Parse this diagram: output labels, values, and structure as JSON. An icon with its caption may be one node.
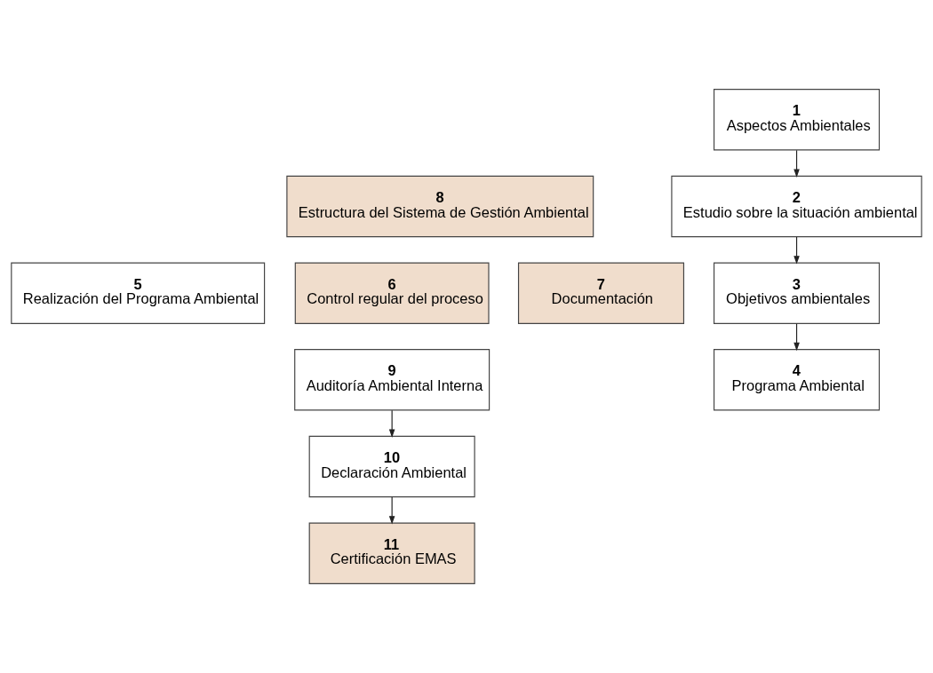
{
  "diagram": {
    "nodes": [
      {
        "text": [
          "1",
          "Aspectos Ambientales"
        ]
      },
      {
        "text": [
          "2",
          "Estudio sobre la situación ambiental"
        ]
      },
      {
        "text": [
          "8",
          "Estructura del Sistema de Gestión Ambiental"
        ]
      },
      {
        "text": [
          "5",
          "Realización del Programa Ambiental"
        ]
      },
      {
        "text": [
          "6",
          "Control regular del proceso"
        ]
      },
      {
        "text": [
          "7",
          "Documentación"
        ]
      },
      {
        "text": [
          "3",
          "Objetivos ambientales"
        ]
      },
      {
        "text": [
          "4",
          "Programa Ambiental"
        ]
      },
      {
        "text": [
          "9",
          "Auditoría Ambiental Interna"
        ]
      },
      {
        "text": [
          "10",
          "Declaración Ambiental"
        ]
      },
      {
        "text": [
          "11",
          "Certificación EMAS"
        ]
      }
    ],
    "edges": [
      {
        "from": 0,
        "to": 1,
        "arrow": "to"
      },
      {
        "from": 1,
        "to": 6,
        "arrow": "to"
      },
      {
        "from": 6,
        "to": 7,
        "arrow": "to"
      },
      {
        "from": 8,
        "to": 9,
        "arrow": "to"
      },
      {
        "from": 9,
        "to": 10,
        "arrow": "to"
      }
    ]
  }
}
